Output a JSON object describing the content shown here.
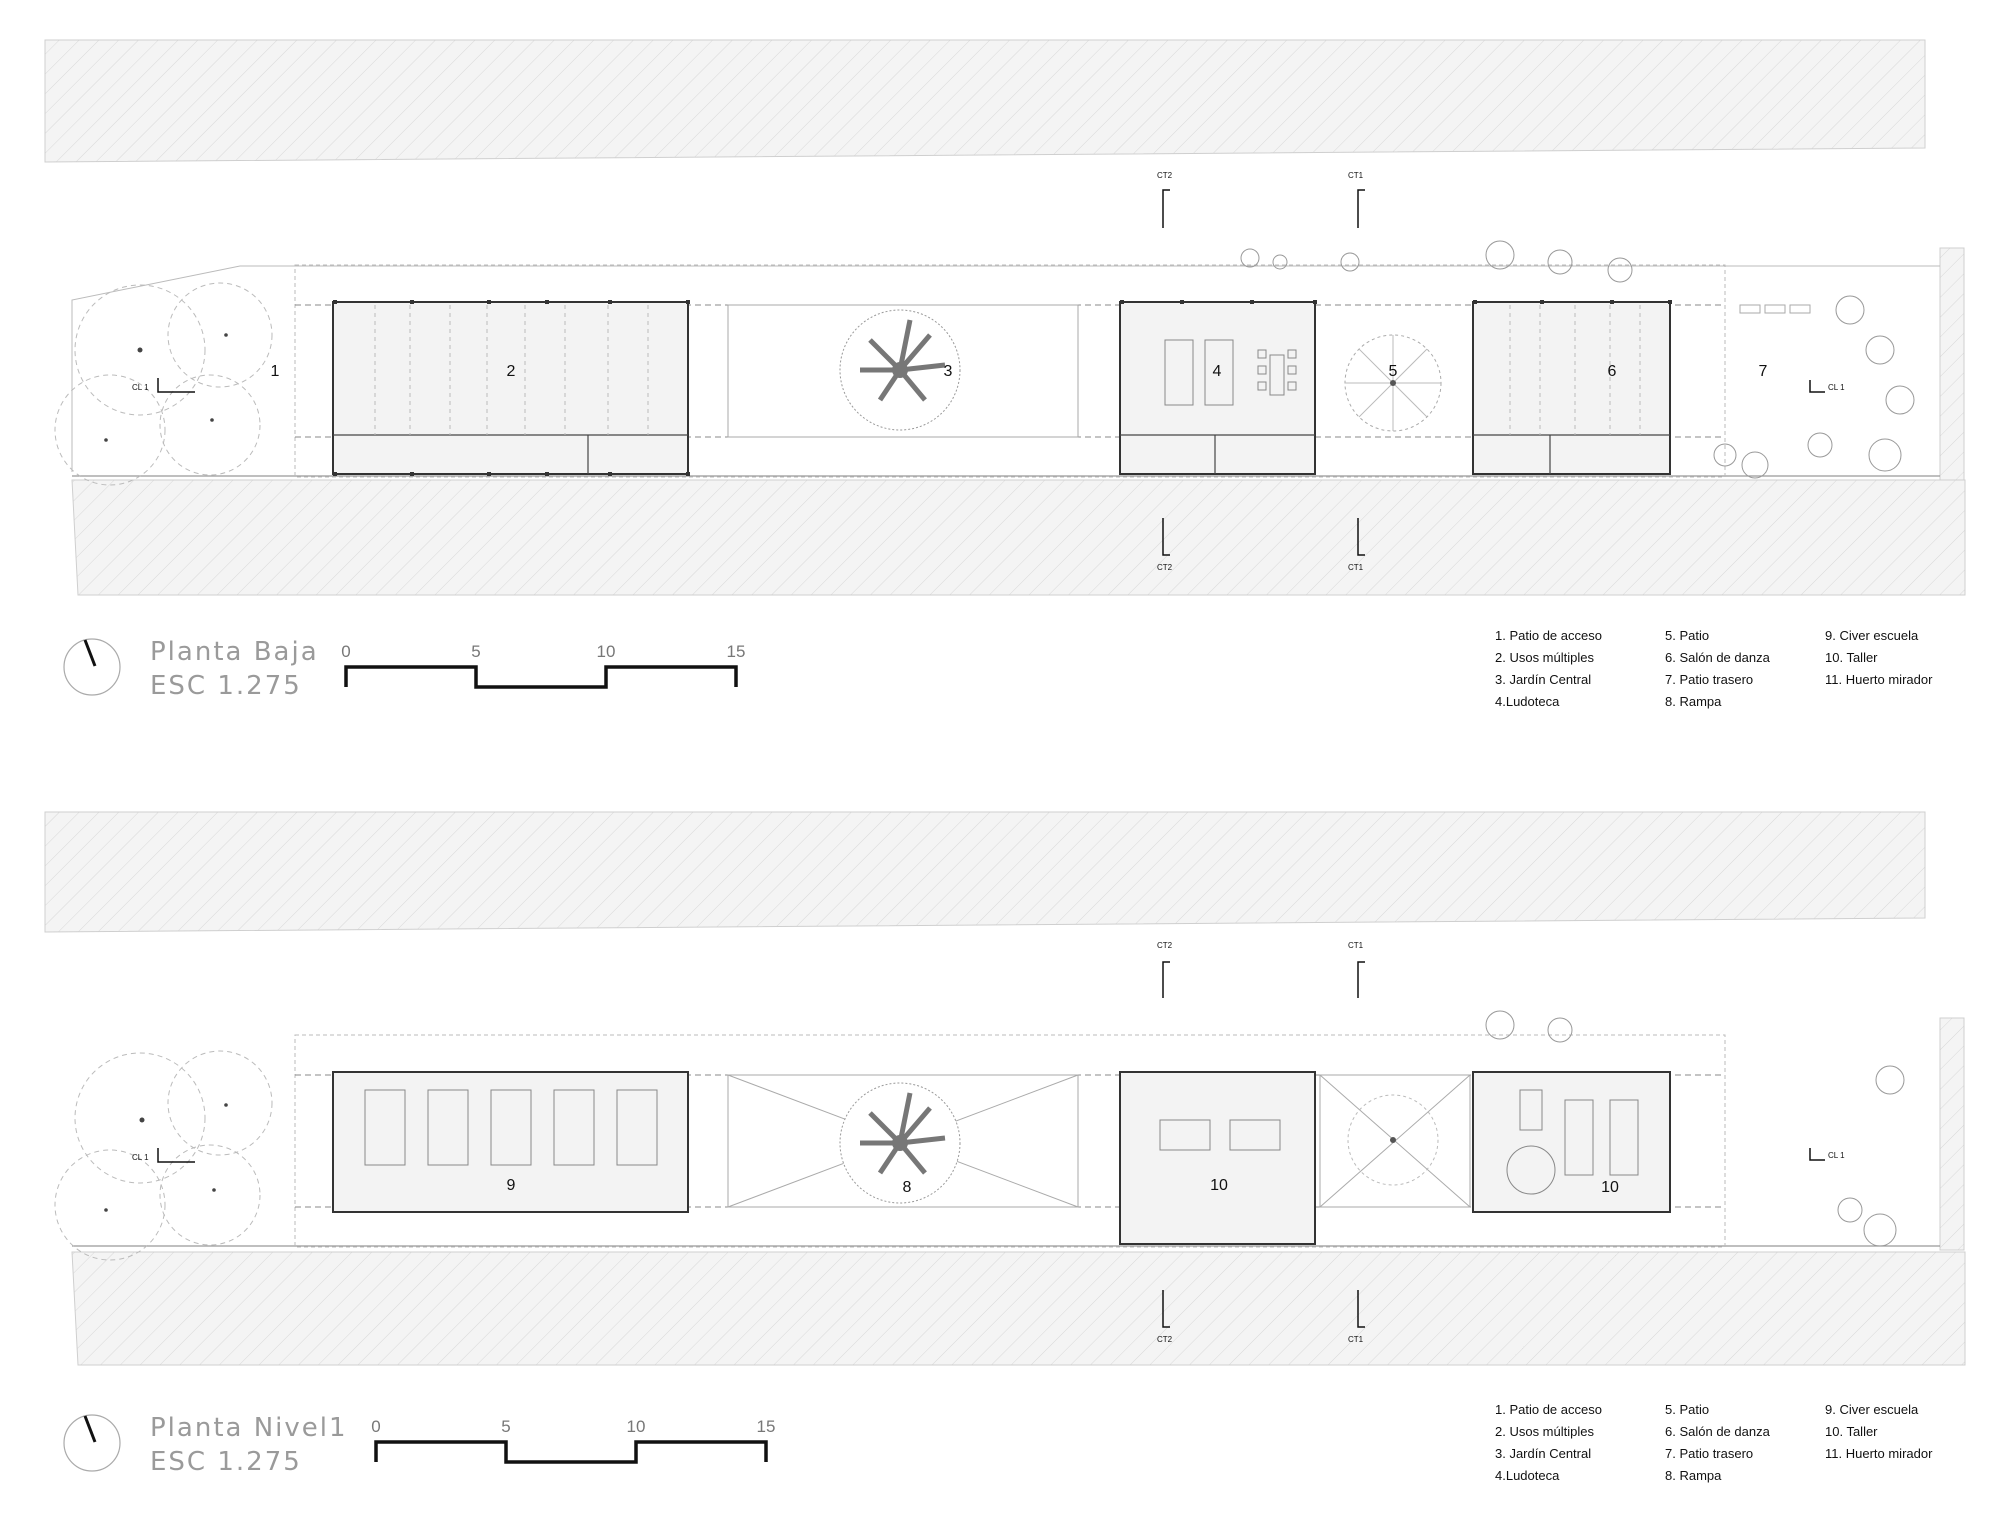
{
  "plans": [
    {
      "title": "Planta Baja",
      "scale_text": "ESC  1.275",
      "rooms": [
        "1",
        "2",
        "3",
        "4",
        "5",
        "6",
        "7"
      ],
      "section_marks": {
        "ct2": "CT2",
        "ct1": "CT1",
        "cl1": "CL 1"
      },
      "scale_bar": [
        "0",
        "5",
        "10",
        "15"
      ]
    },
    {
      "title": "Planta Nivel1",
      "scale_text": "ESC  1.275",
      "rooms": [
        "9",
        "8",
        "10",
        "10"
      ],
      "section_marks": {
        "ct2": "CT2",
        "ct1": "CT1",
        "cl1": "CL 1"
      },
      "scale_bar": [
        "0",
        "5",
        "10",
        "15"
      ]
    }
  ],
  "legend": {
    "col1": [
      "1. Patio de acceso",
      "2. Usos múltiples",
      "3. Jardín Central",
      "4.Ludoteca"
    ],
    "col2": [
      "5. Patio",
      "6. Salón de danza",
      "7. Patio trasero",
      "8. Rampa"
    ],
    "col3": [
      "9. Civer escuela",
      "10. Taller",
      "11. Huerto mirador"
    ]
  },
  "colors": {
    "line": "#222222",
    "hatch_fill": "#f2f2f2",
    "room_fill": "#f3f3f3",
    "title": "#9a9a9a"
  }
}
